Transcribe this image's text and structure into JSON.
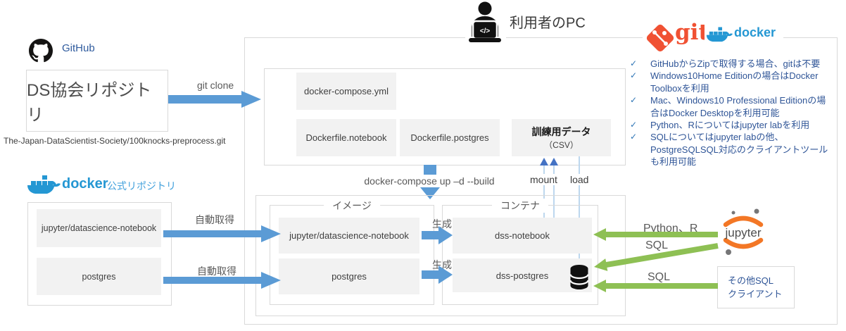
{
  "ui": {
    "check": "✓"
  },
  "pc": {
    "title": "利用者のPC"
  },
  "github": {
    "brand": "GitHub",
    "repo_name": "DS協会リポジトリ",
    "repo_path": "The-Japan-DataScientist-Society/100knocks-preprocess.git",
    "arrow_label": "git clone"
  },
  "dockerhub": {
    "brand": "docker",
    "label": "公式リポジトリ",
    "items": [
      "jupyter/datascience-notebook",
      "postgres"
    ],
    "arrow_labels": [
      "自動取得",
      "自動取得"
    ]
  },
  "files": {
    "compose": "docker-compose.yml",
    "dockerfile_notebook": "Dockerfile.notebook",
    "dockerfile_postgres": "Dockerfile.postgres",
    "training_title": "訓練用データ",
    "training_sub": "（CSV）"
  },
  "command": {
    "compose_up": "docker-compose up –d --build",
    "mount": "mount",
    "load": "load"
  },
  "images": {
    "label": "イメージ",
    "items": [
      "jupyter/datascience-notebook",
      "postgres"
    ]
  },
  "containers": {
    "label": "コンテナ",
    "items": [
      "dss-notebook",
      "dss-postgres"
    ]
  },
  "generate": [
    "生成",
    "生成"
  ],
  "logos": {
    "git": "git",
    "docker": "docker",
    "jupyter": "jupyter"
  },
  "notes": [
    "GitHubからZipで取得する場合、gitは不要",
    "Windows10Home Editionの場合はDocker Toolboxを利用",
    "Mac、Windows10 Professional Editionの場合はDocker Desktopを利用可能",
    "Python、Rについてはjupyter labを利用",
    "SQLについてはjupyter labの他、PostgreSQLSQL対応のクライアントツールも利用可能"
  ],
  "access": {
    "python_r": "Python、R",
    "sql_1": "SQL",
    "sql_2": "SQL",
    "client_line1": "その他SQL",
    "client_line2": "クライアント"
  }
}
